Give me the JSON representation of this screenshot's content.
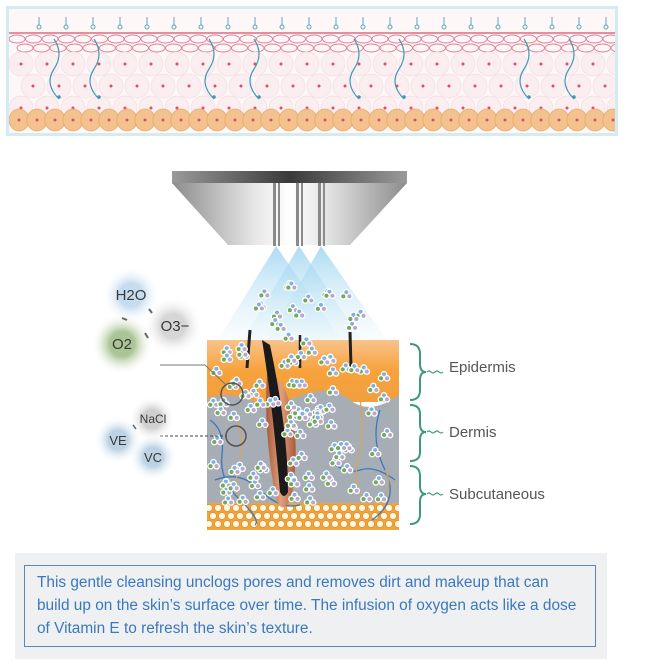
{
  "diagram": {
    "title": "Oxygen infusion skin treatment diagram",
    "top_panel": {
      "description": "Skin cross-section showing layers hydrated from above"
    },
    "molecules_group_1": [
      {
        "label": "H2O",
        "color": "#c9dcec"
      },
      {
        "label": "O3−",
        "color": "#dcdcdc"
      },
      {
        "label": "O2",
        "color": "#b9cfa2"
      }
    ],
    "molecules_group_2": [
      {
        "label": "NaCl",
        "color": "#d6d6d6"
      },
      {
        "label": "VE",
        "color": "#c8d9e6"
      },
      {
        "label": "VC",
        "color": "#c8d9e6"
      }
    ],
    "layers": [
      {
        "label": "Epidermis"
      },
      {
        "label": "Dermis"
      },
      {
        "label": "Subcutaneous"
      }
    ],
    "colors": {
      "epidermis": "#f6a94a",
      "dermis": "#a8aeb6",
      "subcutaneous": "#f3b04a",
      "bracket": "#3d9a79",
      "caption_text": "#3b78bd"
    },
    "caption": "This gentle cleansing unclogs pores and removes dirt and makeup that can build up on the skin’s surface over time. The infusion of oxygen acts like a dose of Vitamin E to refresh the skin’s texture."
  }
}
